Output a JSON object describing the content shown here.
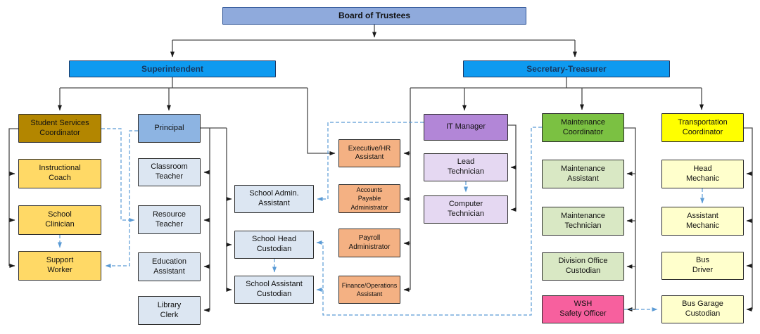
{
  "title": "School Division Organizational Chart",
  "colors": {
    "solid_line": "#4a4a4a",
    "dashed_line": "#5B9BD5",
    "board_fill": "#8FAADC",
    "executive_fill": "#0E9AF0",
    "coordinator_gold": "#B38600",
    "gold_light": "#FFD966",
    "principal_blue": "#8DB4E2",
    "blue_light": "#DCE6F2",
    "orange": "#F4B183",
    "purple": "#B286D7",
    "purple_light": "#E5D8F2",
    "green": "#7BC142",
    "green_light": "#D9E8C4",
    "pink": "#F7609E",
    "yellow": "#FFFF00",
    "yellow_light": "#FFFFCC"
  },
  "nodes": [
    {
      "id": "board",
      "label": "Board of Trustees",
      "fill": "#8FAADC"
    },
    {
      "id": "superintendent",
      "label": "Superintendent",
      "fill": "#0E9AF0"
    },
    {
      "id": "secretary-treasurer",
      "label": "Secretary-Treasurer",
      "fill": "#0E9AF0"
    },
    {
      "id": "student-services-coordinator",
      "label": "Student Services\nCoordinator",
      "fill": "#B38600"
    },
    {
      "id": "instructional-coach",
      "label": "Instructional\nCoach",
      "fill": "#FFD966"
    },
    {
      "id": "school-clinician",
      "label": "School\nClinician",
      "fill": "#FFD966"
    },
    {
      "id": "support-worker",
      "label": "Support\nWorker",
      "fill": "#FFD966"
    },
    {
      "id": "principal",
      "label": "Principal",
      "fill": "#8DB4E2"
    },
    {
      "id": "classroom-teacher",
      "label": "Classroom\nTeacher",
      "fill": "#DCE6F2"
    },
    {
      "id": "resource-teacher",
      "label": "Resource\nTeacher",
      "fill": "#DCE6F2"
    },
    {
      "id": "education-assistant",
      "label": "Education\nAssistant",
      "fill": "#DCE6F2"
    },
    {
      "id": "library-clerk",
      "label": "Library\nClerk",
      "fill": "#DCE6F2"
    },
    {
      "id": "school-admin-assistant",
      "label": "School Admin.\nAssistant",
      "fill": "#DCE6F2"
    },
    {
      "id": "school-head-custodian",
      "label": "School Head\nCustodian",
      "fill": "#DCE6F2"
    },
    {
      "id": "school-assistant-custodian",
      "label": "School Assistant\nCustodian",
      "fill": "#DCE6F2"
    },
    {
      "id": "executive-hr-assistant",
      "label": "Executive/HR\nAssistant",
      "fill": "#F4B183"
    },
    {
      "id": "accounts-payable-administrator",
      "label": "Accounts\nPayable\nAdministrator",
      "fill": "#F4B183"
    },
    {
      "id": "payroll-administrator",
      "label": "Payroll\nAdministrator",
      "fill": "#F4B183"
    },
    {
      "id": "finance-operations-assistant",
      "label": "Finance/Operations\nAssistant",
      "fill": "#F4B183"
    },
    {
      "id": "it-manager",
      "label": "IT Manager",
      "fill": "#B286D7"
    },
    {
      "id": "lead-technician",
      "label": "Lead\nTechnician",
      "fill": "#E5D8F2"
    },
    {
      "id": "computer-technician",
      "label": "Computer\nTechnician",
      "fill": "#E5D8F2"
    },
    {
      "id": "maintenance-coordinator",
      "label": "Maintenance\nCoordinator",
      "fill": "#7BC142"
    },
    {
      "id": "maintenance-assistant",
      "label": "Maintenance\nAssistant",
      "fill": "#D9E8C4"
    },
    {
      "id": "maintenance-technician",
      "label": "Maintenance\nTechnician",
      "fill": "#D9E8C4"
    },
    {
      "id": "division-office-custodian",
      "label": "Division Office\nCustodian",
      "fill": "#D9E8C4"
    },
    {
      "id": "wsh-safety-officer",
      "label": "WSH\nSafety Officer",
      "fill": "#F7609E"
    },
    {
      "id": "transportation-coordinator",
      "label": "Transportation\nCoordinator",
      "fill": "#FFFF00"
    },
    {
      "id": "head-mechanic",
      "label": "Head\nMechanic",
      "fill": "#FFFFCC"
    },
    {
      "id": "assistant-mechanic",
      "label": "Assistant\nMechanic",
      "fill": "#FFFFCC"
    },
    {
      "id": "bus-driver",
      "label": "Bus\nDriver",
      "fill": "#FFFFCC"
    },
    {
      "id": "bus-garage-custodian",
      "label": "Bus Garage\nCustodian",
      "fill": "#FFFFCC"
    }
  ],
  "edges": [
    {
      "from": "board",
      "to": "superintendent",
      "style": "solid"
    },
    {
      "from": "board",
      "to": "secretary-treasurer",
      "style": "solid"
    },
    {
      "from": "superintendent",
      "to": "student-services-coordinator",
      "style": "solid"
    },
    {
      "from": "superintendent",
      "to": "principal",
      "style": "solid"
    },
    {
      "from": "superintendent",
      "to": "executive-hr-assistant",
      "style": "solid"
    },
    {
      "from": "student-services-coordinator",
      "to": "instructional-coach",
      "style": "solid"
    },
    {
      "from": "student-services-coordinator",
      "to": "school-clinician",
      "style": "solid"
    },
    {
      "from": "student-services-coordinator",
      "to": "support-worker",
      "style": "solid"
    },
    {
      "from": "principal",
      "to": "classroom-teacher",
      "style": "solid"
    },
    {
      "from": "principal",
      "to": "resource-teacher",
      "style": "solid"
    },
    {
      "from": "principal",
      "to": "education-assistant",
      "style": "solid"
    },
    {
      "from": "principal",
      "to": "library-clerk",
      "style": "solid"
    },
    {
      "from": "principal",
      "to": "school-admin-assistant",
      "style": "solid"
    },
    {
      "from": "principal",
      "to": "school-head-custodian",
      "style": "solid"
    },
    {
      "from": "principal",
      "to": "school-assistant-custodian",
      "style": "solid"
    },
    {
      "from": "secretary-treasurer",
      "to": "executive-hr-assistant",
      "style": "solid"
    },
    {
      "from": "secretary-treasurer",
      "to": "accounts-payable-administrator",
      "style": "solid"
    },
    {
      "from": "secretary-treasurer",
      "to": "payroll-administrator",
      "style": "solid"
    },
    {
      "from": "secretary-treasurer",
      "to": "finance-operations-assistant",
      "style": "solid"
    },
    {
      "from": "secretary-treasurer",
      "to": "it-manager",
      "style": "solid"
    },
    {
      "from": "secretary-treasurer",
      "to": "maintenance-coordinator",
      "style": "solid"
    },
    {
      "from": "secretary-treasurer",
      "to": "transportation-coordinator",
      "style": "solid"
    },
    {
      "from": "it-manager",
      "to": "lead-technician",
      "style": "solid"
    },
    {
      "from": "it-manager",
      "to": "computer-technician",
      "style": "solid"
    },
    {
      "from": "maintenance-coordinator",
      "to": "maintenance-assistant",
      "style": "solid"
    },
    {
      "from": "maintenance-coordinator",
      "to": "maintenance-technician",
      "style": "solid"
    },
    {
      "from": "maintenance-coordinator",
      "to": "division-office-custodian",
      "style": "solid"
    },
    {
      "from": "maintenance-coordinator",
      "to": "wsh-safety-officer",
      "style": "solid"
    },
    {
      "from": "transportation-coordinator",
      "to": "head-mechanic",
      "style": "solid"
    },
    {
      "from": "transportation-coordinator",
      "to": "assistant-mechanic",
      "style": "solid"
    },
    {
      "from": "transportation-coordinator",
      "to": "bus-driver",
      "style": "solid"
    },
    {
      "from": "transportation-coordinator",
      "to": "bus-garage-custodian",
      "style": "solid"
    },
    {
      "from": "student-services-coordinator",
      "to": "resource-teacher",
      "style": "dashed"
    },
    {
      "from": "principal",
      "to": "support-worker",
      "style": "dashed"
    },
    {
      "from": "school-clinician",
      "to": "support-worker",
      "style": "dashed"
    },
    {
      "from": "it-manager",
      "to": "school-admin-assistant",
      "style": "dashed"
    },
    {
      "from": "school-head-custodian",
      "to": "school-assistant-custodian",
      "style": "dashed"
    },
    {
      "from": "maintenance-coordinator",
      "to": "school-head-custodian",
      "style": "dashed"
    },
    {
      "from": "maintenance-coordinator",
      "to": "school-assistant-custodian",
      "style": "dashed"
    },
    {
      "from": "lead-technician",
      "to": "computer-technician",
      "style": "dashed"
    },
    {
      "from": "head-mechanic",
      "to": "assistant-mechanic",
      "style": "dashed"
    },
    {
      "from": "wsh-safety-officer",
      "to": "bus-garage-custodian",
      "style": "dashed"
    }
  ]
}
